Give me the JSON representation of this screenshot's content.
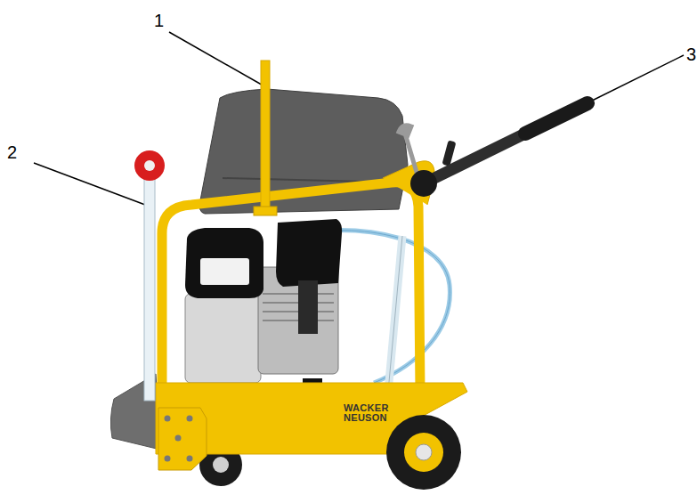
{
  "diagram": {
    "labels": [
      "1",
      "2",
      "3",
      "WACKER NEUSON"
    ]
  }
}
